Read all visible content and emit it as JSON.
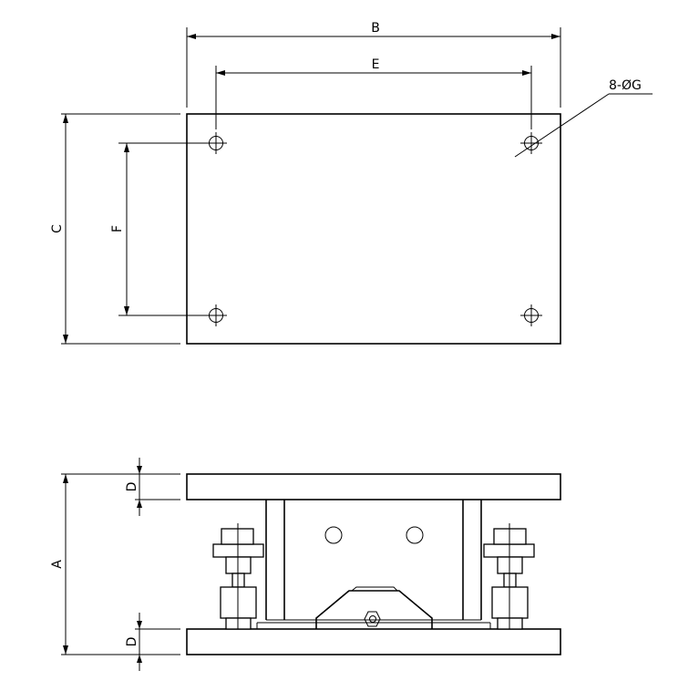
{
  "labels": {
    "B": "B",
    "E": "E",
    "C": "C",
    "F": "F",
    "hole_note": "8-ØG",
    "A": "A",
    "D_top": "D",
    "D_bottom": "D"
  },
  "colors": {
    "line": "#000000",
    "background": "#ffffff"
  }
}
